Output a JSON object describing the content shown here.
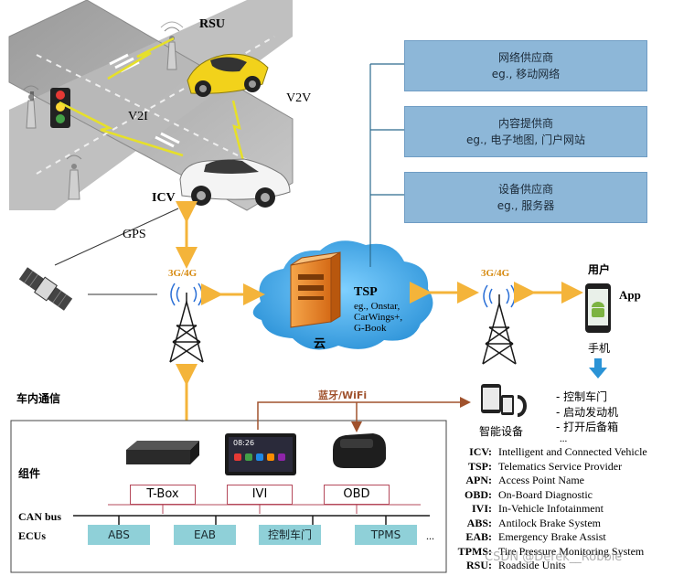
{
  "labels": {
    "rsu": "RSU",
    "v2i": "V2I",
    "v2v": "V2V",
    "icv": "ICV",
    "gps": "GPS",
    "net_left": "3G/4G",
    "net_right": "3G/4G",
    "user": "用户",
    "app": "App",
    "phone": "手机",
    "tsp_title": "TSP",
    "tsp_line1": "eg., Onstar,",
    "tsp_line2": "CarWings+,",
    "tsp_line3": "G-Book",
    "cloud": "云",
    "in_vehicle": "车内通信",
    "bt_wifi": "蓝牙/WiFi",
    "smart_device": "智能设备",
    "components": "组件",
    "can_bus": "CAN bus",
    "ecus": "ECUs",
    "ellipsis": "...",
    "phone_ellipsis": "..."
  },
  "providers": [
    {
      "name": "网络供应商",
      "example": "eg., 移动网络"
    },
    {
      "name": "内容提供商",
      "example": "eg., 电子地图, 门户网站"
    },
    {
      "name": "设备供应商",
      "example": "eg., 服务器"
    }
  ],
  "phone_actions": [
    "- 控制车门",
    "- 启动发动机",
    "- 打开后备箱"
  ],
  "components": [
    {
      "name": "T-Box"
    },
    {
      "name": "IVI"
    },
    {
      "name": "OBD"
    }
  ],
  "ecus": [
    "ABS",
    "EAB",
    "控制车门",
    "TPMS"
  ],
  "glossary": [
    {
      "abbr": "ICV:",
      "full": "Intelligent and Connected Vehicle"
    },
    {
      "abbr": "TSP:",
      "full": "Telematics Service Provider"
    },
    {
      "abbr": "APN:",
      "full": "Access Point Name"
    },
    {
      "abbr": "OBD:",
      "full": "On-Board Diagnostic"
    },
    {
      "abbr": "IVI:",
      "full": "In-Vehicle Infotainment"
    },
    {
      "abbr": "ABS:",
      "full": "Antilock Brake System"
    },
    {
      "abbr": "EAB:",
      "full": "Emergency Brake Assist"
    },
    {
      "abbr": "TPMS:",
      "full": "Tire Pressure Monitoring System"
    },
    {
      "abbr": "RSU:",
      "full": "Roadside Units"
    }
  ],
  "ivi_clock": "08:26",
  "watermark": "CSDN @Derek__Robbie",
  "colors": {
    "provider_fill": "#8db7d8",
    "cloud": "#3aa6e6",
    "arrow": "#f4b43a",
    "ecu_fill": "#8fd0d8",
    "component_border": "#b5495b",
    "bt_line": "#a0522d",
    "tower": "#1a1a1a"
  }
}
